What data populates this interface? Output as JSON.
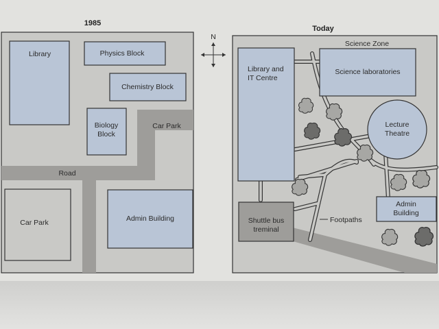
{
  "maps": {
    "before": {
      "title": "1985",
      "labels": {
        "library": "Library",
        "physics": "Physics Block",
        "chemistry": "Chemistry Block",
        "biology_1": "Biology",
        "biology_2": "Block",
        "car_park_top": "Car Park",
        "road": "Road",
        "car_park_bottom": "Car Park",
        "admin": "Admin Building"
      }
    },
    "after": {
      "title": "Today",
      "labels": {
        "science_zone": "Science Zone",
        "library_1": "Library and",
        "library_2": "IT Centre",
        "science_labs": "Science laboratories",
        "lecture_1": "Lecture",
        "lecture_2": "Theatre",
        "admin_1": "Admin",
        "admin_2": "Building",
        "shuttle_1": "Shuttle bus",
        "shuttle_2": "treminal",
        "footpaths": "Footpaths"
      }
    },
    "compass": {
      "north": "N"
    }
  },
  "colors": {
    "building": "#b9c5d6",
    "ground": "#c9c9c6",
    "road": "#9e9d9a",
    "page": "#e2e2df",
    "tree_light": "#a7a7a4",
    "tree_dark": "#6c6c6a",
    "line": "#333333"
  }
}
